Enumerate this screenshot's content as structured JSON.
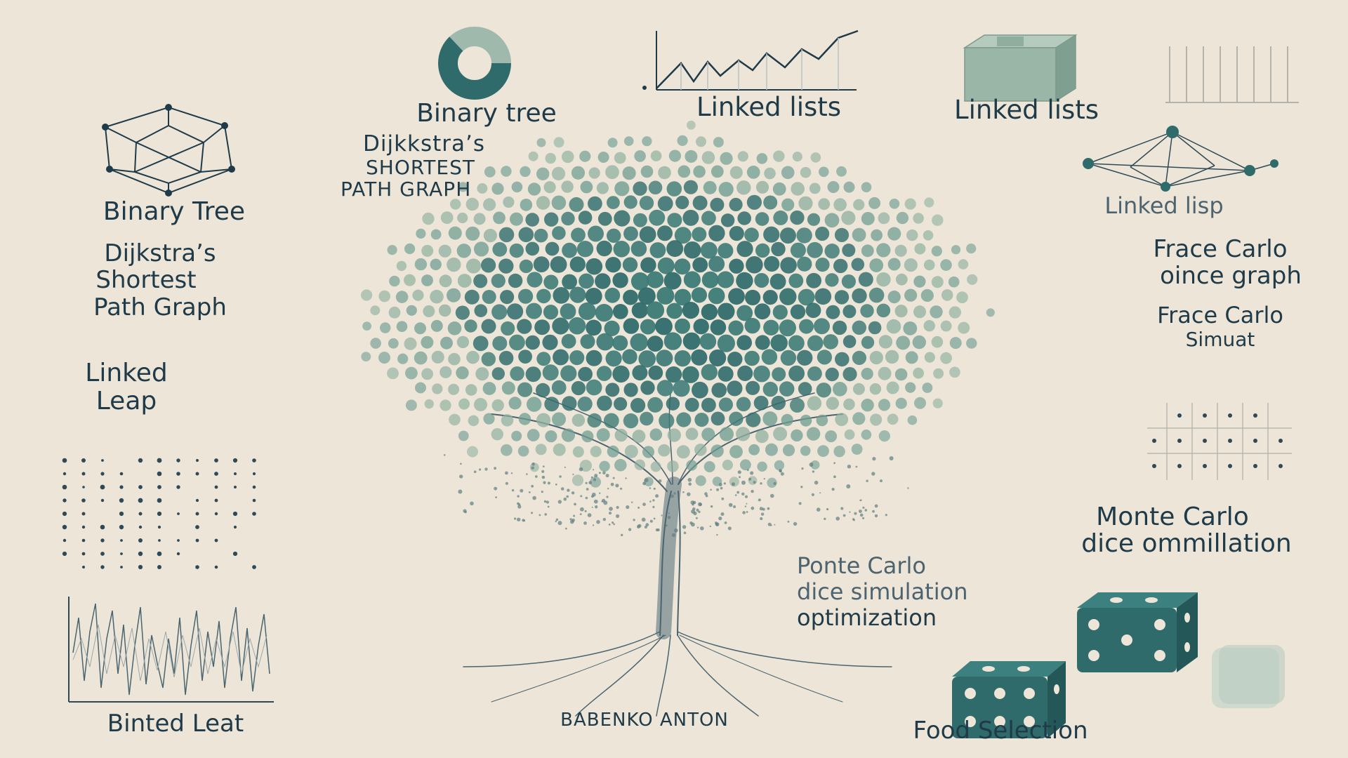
{
  "labels": {
    "binary_tree_top": "Binary tree",
    "linked_lists_1": "Linked lists",
    "linked_lists_2": "Linked lists",
    "dijkstra_top": [
      "Dijkkstra’s",
      "SHORTEST",
      "PATH GRAPH"
    ],
    "binary_tree_left": "Binary Tree",
    "dijkstra_left": [
      "Dijkstra’s",
      "Shortest",
      "Path Graph"
    ],
    "linked_leap": [
      "Linked",
      "Leap"
    ],
    "linked_lisp": "Linked lisp",
    "frace_carlo_1": [
      "Frace Carlo",
      "oince graph"
    ],
    "frace_carlo_2": [
      "Frace Carlo",
      "Simuat"
    ],
    "monte_carlo": [
      "Monte Carlo",
      "dice ommillation"
    ],
    "ponte_carlo": [
      "Ponte Carlo",
      "dice simulation",
      "optimization"
    ],
    "binted_leat": "Binted Leat",
    "author": "BABENKO ANTON",
    "food_selection": "Food Selection"
  },
  "colors": {
    "background": "#ede6d8",
    "ink": "#1f3a48",
    "teal": "#2f6b6b",
    "sage": "#8fb0a0"
  },
  "icons": [
    "donut-chart-icon",
    "line-chart-icon",
    "cube-icon",
    "bar-lines-icon",
    "hexagon-graph-icon",
    "network-graph-icon",
    "dice-grid-icon",
    "dot-matrix-icon",
    "waveform-icon",
    "dice-icon"
  ]
}
